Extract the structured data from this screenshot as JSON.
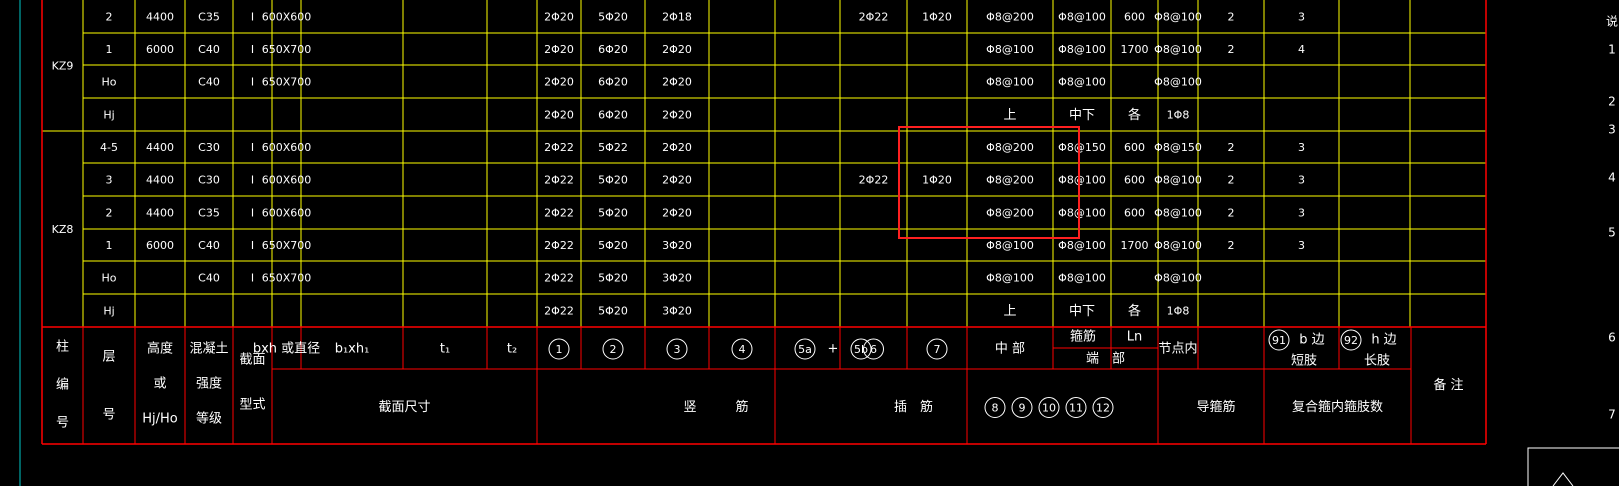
{
  "colors": {
    "background": "#000000",
    "grid": "#ffff00",
    "border": "#ff0000",
    "text": "#ffffff",
    "selection": "#ff2020",
    "edge_line": "#00c8c8"
  },
  "groups": [
    {
      "label": "KZ9",
      "row_start": 0,
      "row_end": 3
    },
    {
      "label": "KZ8",
      "row_start": 4,
      "row_end": 9
    }
  ],
  "rows": [
    [
      "2",
      "4400",
      "C35",
      "I",
      "600X600",
      "",
      "",
      "",
      "2Φ20",
      "5Φ20",
      "2Φ18",
      "",
      "",
      "2Φ22",
      "1Φ20",
      "Φ8@200",
      "Φ8@100",
      "600",
      "Φ8@100",
      "2",
      "3",
      ""
    ],
    [
      "1",
      "6000",
      "C40",
      "I",
      "650X700",
      "",
      "",
      "",
      "2Φ20",
      "6Φ20",
      "2Φ20",
      "",
      "",
      "",
      "",
      "Φ8@100",
      "Φ8@100",
      "1700",
      "Φ8@100",
      "2",
      "4",
      ""
    ],
    [
      "Ho",
      "",
      "C40",
      "I",
      "650X700",
      "",
      "",
      "",
      "2Φ20",
      "6Φ20",
      "2Φ20",
      "",
      "",
      "",
      "",
      "Φ8@100",
      "Φ8@100",
      "",
      "Φ8@100",
      "",
      "",
      ""
    ],
    [
      "Hj",
      "",
      "",
      "",
      "",
      "",
      "",
      "",
      "2Φ20",
      "6Φ20",
      "2Φ20",
      "",
      "",
      "",
      "",
      "上",
      "中下",
      "各",
      "1Φ8",
      "",
      "",
      ""
    ],
    [
      "4-5",
      "4400",
      "C30",
      "I",
      "600X600",
      "",
      "",
      "",
      "2Φ22",
      "5Φ22",
      "2Φ20",
      "",
      "",
      "",
      "",
      "Φ8@200",
      "Φ8@150",
      "600",
      "Φ8@150",
      "2",
      "3",
      ""
    ],
    [
      "3",
      "4400",
      "C30",
      "I",
      "600X600",
      "",
      "",
      "",
      "2Φ22",
      "5Φ20",
      "2Φ20",
      "",
      "",
      "2Φ22",
      "1Φ20",
      "Φ8@200",
      "Φ8@100",
      "600",
      "Φ8@100",
      "2",
      "3",
      ""
    ],
    [
      "2",
      "4400",
      "C35",
      "I",
      "600X600",
      "",
      "",
      "",
      "2Φ22",
      "5Φ20",
      "2Φ20",
      "",
      "",
      "",
      "",
      "Φ8@200",
      "Φ8@100",
      "600",
      "Φ8@100",
      "2",
      "3",
      ""
    ],
    [
      "1",
      "6000",
      "C40",
      "I",
      "650X700",
      "",
      "",
      "",
      "2Φ22",
      "5Φ20",
      "3Φ20",
      "",
      "",
      "",
      "",
      "Φ8@100",
      "Φ8@100",
      "1700",
      "Φ8@100",
      "2",
      "3",
      ""
    ],
    [
      "Ho",
      "",
      "C40",
      "I",
      "650X700",
      "",
      "",
      "",
      "2Φ22",
      "5Φ20",
      "3Φ20",
      "",
      "",
      "",
      "",
      "Φ8@100",
      "Φ8@100",
      "",
      "Φ8@100",
      "",
      "",
      ""
    ],
    [
      "Hj",
      "",
      "",
      "",
      "",
      "",
      "",
      "",
      "2Φ22",
      "5Φ20",
      "3Φ20",
      "",
      "",
      "",
      "",
      "上",
      "中下",
      "各",
      "1Φ8",
      "",
      "",
      ""
    ]
  ],
  "header": {
    "col_id": [
      "柱",
      "编",
      "号"
    ],
    "layer": [
      "层",
      "号"
    ],
    "height": [
      "高度",
      "或",
      "Hj/Ho"
    ],
    "concrete": [
      "混凝土",
      "强度",
      "等级"
    ],
    "section_type": [
      "截面",
      "型式"
    ],
    "bxh": "bxh  或直径",
    "b1xh1": "b₁xh₁",
    "t1": "t₁",
    "t2": "t₂",
    "section_size": "截面尺寸",
    "vertical_bars": "竖　　　筋",
    "inserted_bars": "插　筋",
    "middle": "中 部",
    "stirrup": "箍筋",
    "Ln": "Ln",
    "end": "端　部",
    "joint": "节点内",
    "b_side": "b 边",
    "h_side": "h 边",
    "short_leg": "短肢",
    "long_leg": "长肢",
    "guide_bar": "导箍筋",
    "composite": "复合箍内箍肢数",
    "remark": "备 注",
    "plus": "+",
    "circled_bars": [
      "1",
      "2",
      "3",
      "4",
      "5a",
      "5b",
      "6",
      "7"
    ],
    "circled_stirrups": [
      "8",
      "9",
      "10",
      "11",
      "12"
    ],
    "circled_legs": [
      "91",
      "92"
    ]
  },
  "side_labels": [
    "说",
    "1",
    "2",
    "3",
    "4",
    "5",
    "6",
    "7"
  ]
}
